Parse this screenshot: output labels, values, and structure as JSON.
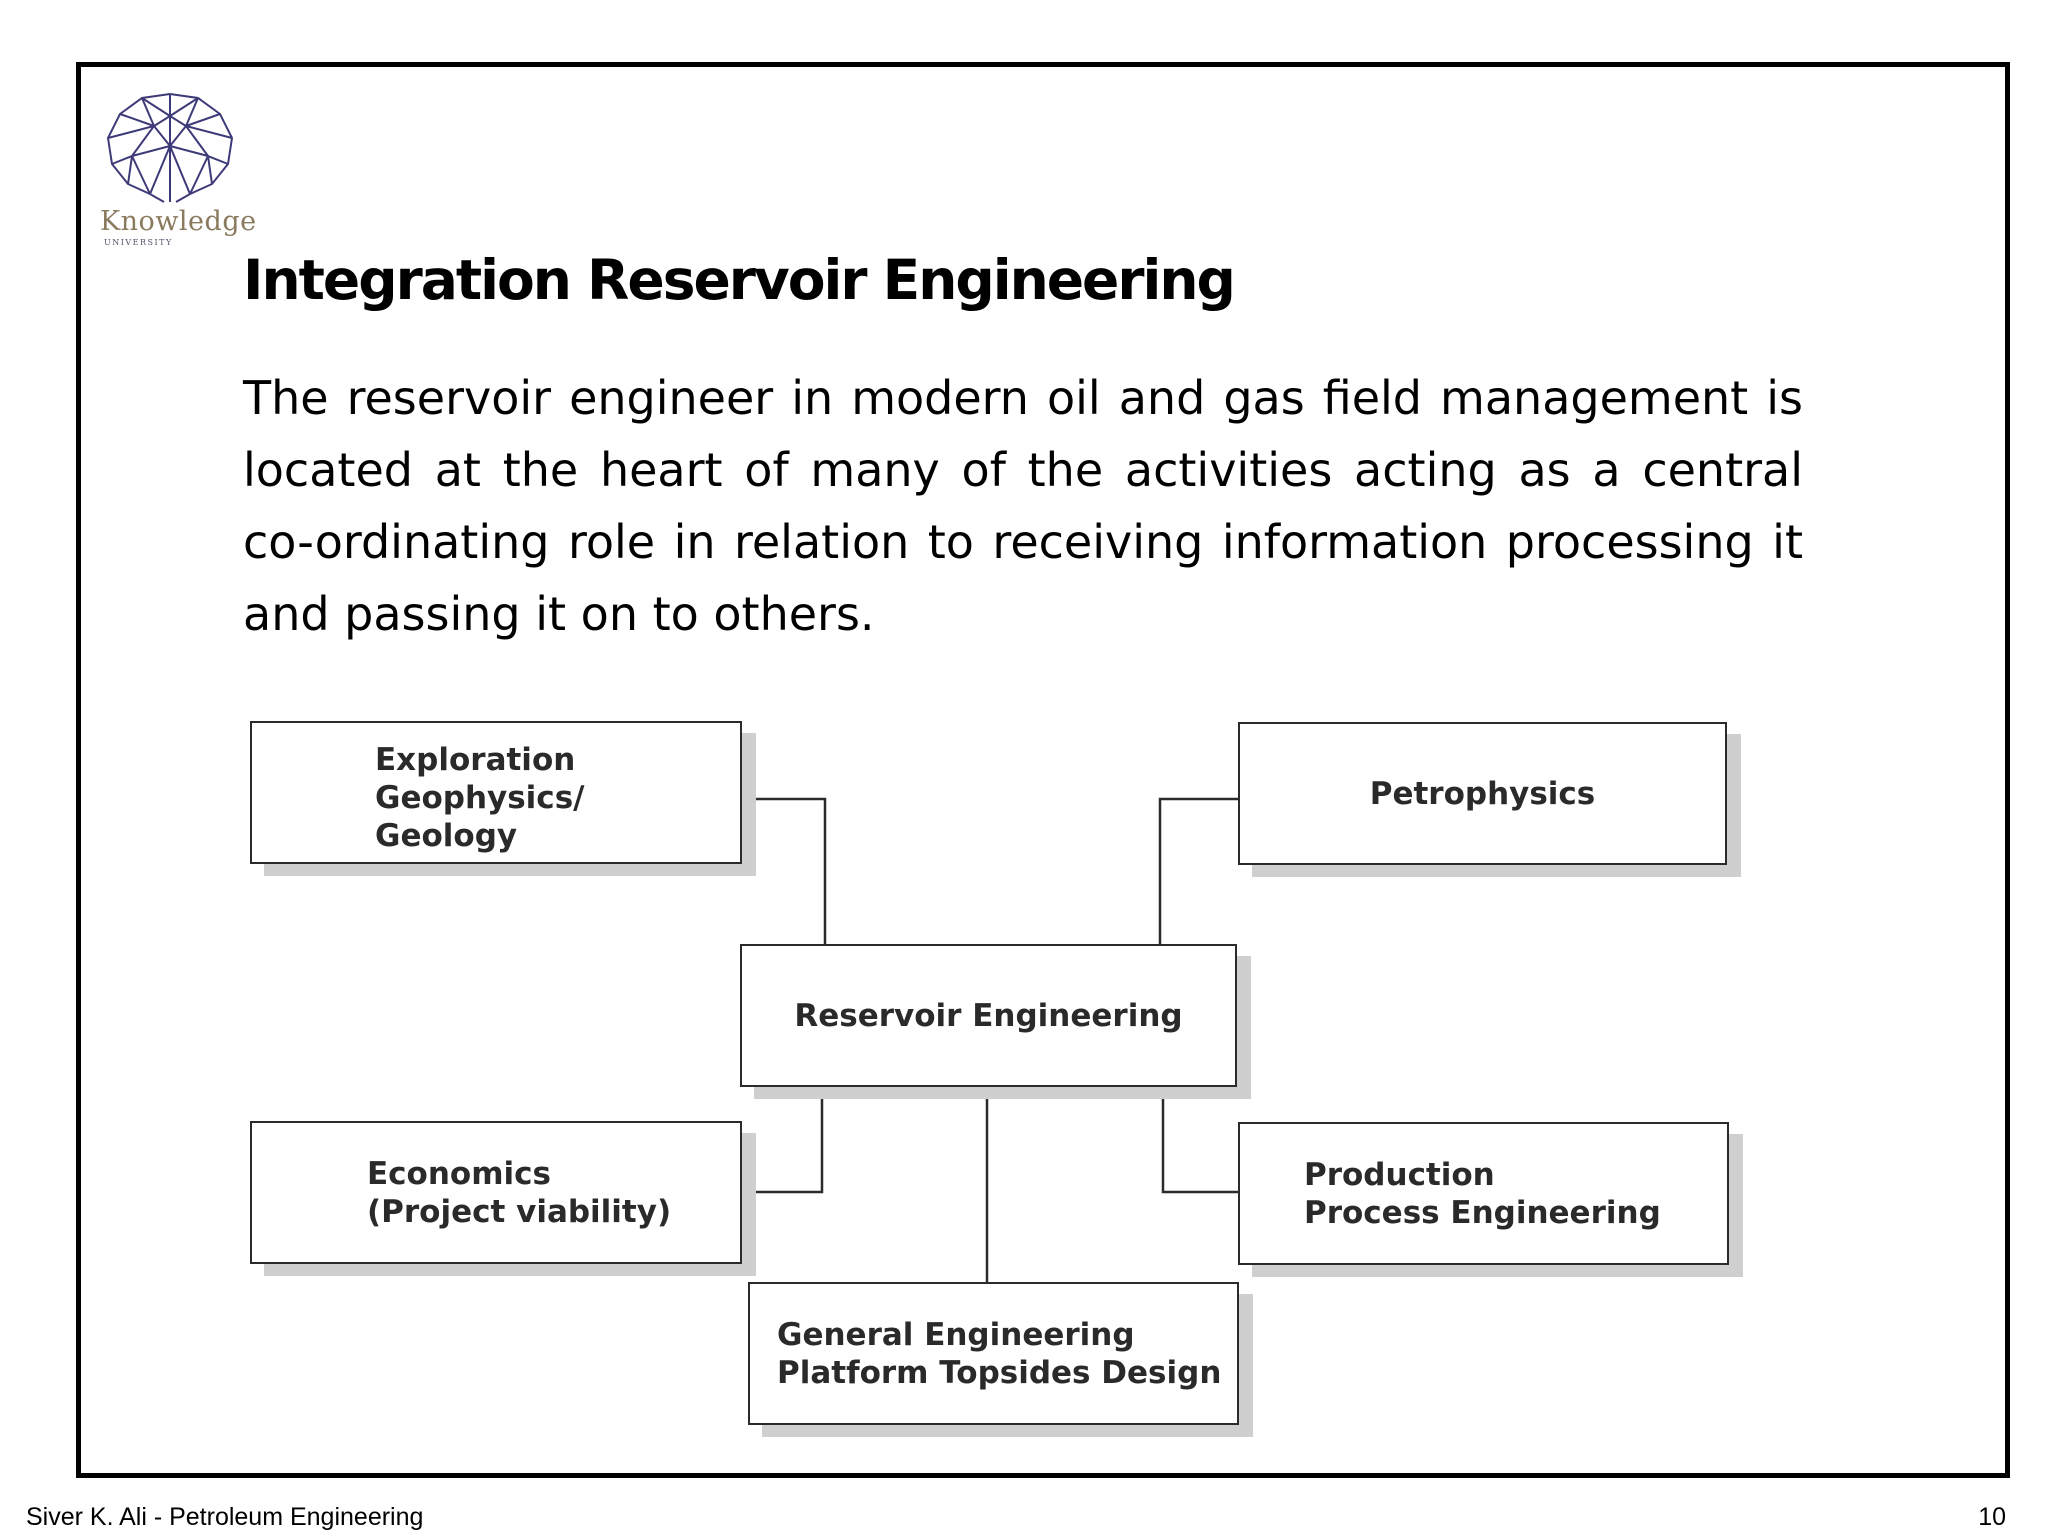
{
  "logo": {
    "name": "Knowledge",
    "subtitle": "UNIVERSITY",
    "color": "#8a7a5e",
    "mark_color": "#3d3a78"
  },
  "title": "Integration Reservoir Engineering",
  "paragraph": "The reservoir engineer in modern oil and gas field management is located at the heart of many of the activities acting as a central co-ordinating role in relation to receiving information processing it and passing it on to others.",
  "diagram": {
    "center": {
      "label": "Reservoir Engineering"
    },
    "exploration": {
      "lines": [
        "Exploration",
        "Geophysics/",
        "Geology"
      ]
    },
    "petrophysics": {
      "label": "Petrophysics"
    },
    "economics": {
      "lines": [
        "Economics",
        "(Project viability)"
      ]
    },
    "production": {
      "lines": [
        "Production",
        "Process Engineering"
      ]
    },
    "general": {
      "lines": [
        "General Engineering",
        "Platform Topsides Design"
      ]
    }
  },
  "footer": {
    "author": "Siver K. Ali - Petroleum Engineering",
    "page": "10"
  }
}
